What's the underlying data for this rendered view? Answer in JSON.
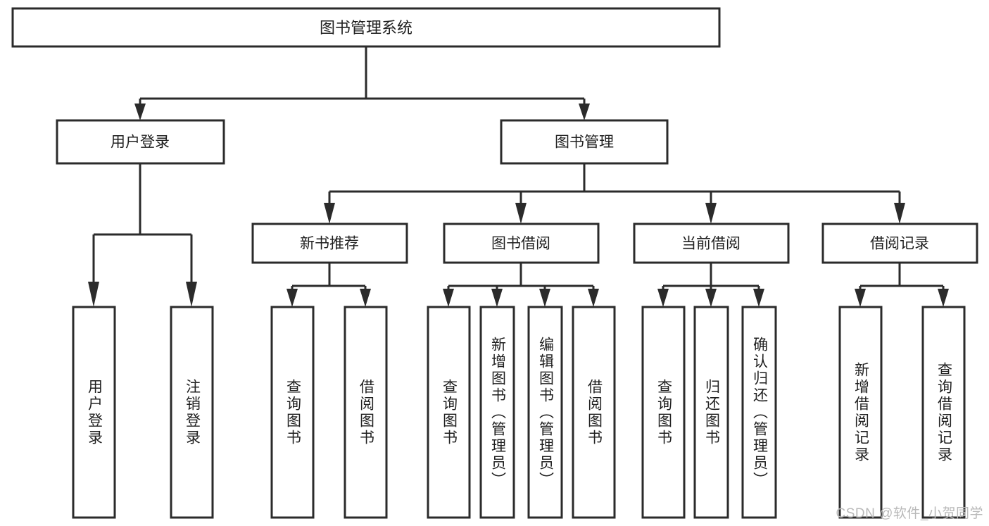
{
  "diagram": {
    "title": "图书管理系统",
    "type": "hierarchy-tree",
    "root": {
      "id": "root",
      "label": "图书管理系统",
      "orientation": "horizontal"
    },
    "level2": [
      {
        "id": "user-login",
        "label": "用户登录",
        "orientation": "horizontal"
      },
      {
        "id": "book-manage",
        "label": "图书管理",
        "orientation": "horizontal"
      }
    ],
    "level3": [
      {
        "id": "new-book-recommend",
        "label": "新书推荐",
        "orientation": "horizontal",
        "parent": "book-manage"
      },
      {
        "id": "book-borrow",
        "label": "图书借阅",
        "orientation": "horizontal",
        "parent": "book-manage"
      },
      {
        "id": "current-borrow",
        "label": "当前借阅",
        "orientation": "horizontal",
        "parent": "book-manage"
      },
      {
        "id": "borrow-record",
        "label": "借阅记录",
        "orientation": "horizontal",
        "parent": "book-manage"
      }
    ],
    "leaves": [
      {
        "id": "leaf-user-login",
        "label": "用户登录",
        "orientation": "vertical",
        "parent": "user-login"
      },
      {
        "id": "leaf-user-logout",
        "label": "注销登录",
        "orientation": "vertical",
        "parent": "user-login"
      },
      {
        "id": "leaf-query-book-1",
        "label": "查询图书",
        "orientation": "vertical",
        "parent": "new-book-recommend"
      },
      {
        "id": "leaf-borrow-book-1",
        "label": "借阅图书",
        "orientation": "vertical",
        "parent": "new-book-recommend"
      },
      {
        "id": "leaf-query-book-2",
        "label": "查询图书",
        "orientation": "vertical",
        "parent": "book-borrow"
      },
      {
        "id": "leaf-add-book",
        "label": "新增图书（管理员）",
        "orientation": "vertical",
        "parent": "book-borrow"
      },
      {
        "id": "leaf-edit-book",
        "label": "编辑图书（管理员）",
        "orientation": "vertical",
        "parent": "book-borrow"
      },
      {
        "id": "leaf-borrow-book-2",
        "label": "借阅图书",
        "orientation": "vertical",
        "parent": "book-borrow"
      },
      {
        "id": "leaf-query-book-3",
        "label": "查询图书",
        "orientation": "vertical",
        "parent": "current-borrow"
      },
      {
        "id": "leaf-return-book",
        "label": "归还图书",
        "orientation": "vertical",
        "parent": "current-borrow"
      },
      {
        "id": "leaf-confirm-return",
        "label": "确认归还（管理员）",
        "orientation": "vertical",
        "parent": "current-borrow"
      },
      {
        "id": "leaf-add-record",
        "label": "新增借阅记录",
        "orientation": "vertical",
        "parent": "borrow-record"
      },
      {
        "id": "leaf-query-record",
        "label": "查询借阅记录",
        "orientation": "vertical",
        "parent": "borrow-record"
      }
    ]
  },
  "watermark": {
    "text": "CSDN @软件_小贺同学"
  },
  "colors": {
    "stroke": "#2b2b2b",
    "fill": "#ffffff",
    "text": "#1f1f1f",
    "watermark": "#b9b9b9"
  }
}
